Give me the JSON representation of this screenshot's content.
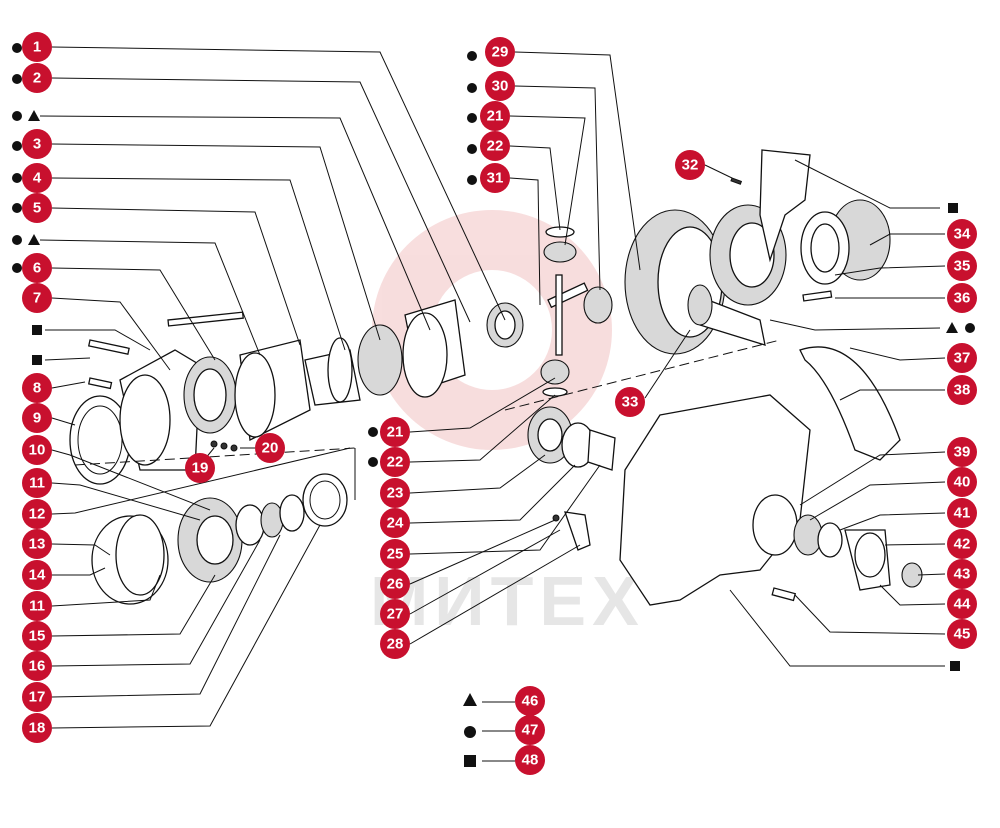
{
  "watermark": "МИТЕХ",
  "colors": {
    "callout": "#c8102e",
    "line": "#111111",
    "watermark": "#f2c9c9"
  },
  "callouts": {
    "c1": "1",
    "c2": "2",
    "c3": "3",
    "c4": "4",
    "c5": "5",
    "c6": "6",
    "c7": "7",
    "c8": "8",
    "c9": "9",
    "c10": "10",
    "c11a": "11",
    "c12": "12",
    "c13": "13",
    "c14": "14",
    "c11b": "11",
    "c15": "15",
    "c16": "16",
    "c17": "17",
    "c18": "18",
    "c19": "19",
    "c20": "20",
    "c29": "29",
    "c30": "30",
    "c21a": "21",
    "c22a": "22",
    "c31": "31",
    "c21b": "21",
    "c22b": "22",
    "c23": "23",
    "c24": "24",
    "c25": "25",
    "c26": "26",
    "c27": "27",
    "c28": "28",
    "c33": "33",
    "c32": "32",
    "c34": "34",
    "c35": "35",
    "c36": "36",
    "c37": "37",
    "c38": "38",
    "c39": "39",
    "c40": "40",
    "c41": "41",
    "c42": "42",
    "c43": "43",
    "c44": "44",
    "c45": "45",
    "c46": "46",
    "c47": "47",
    "c48": "48"
  },
  "legend": [
    {
      "symbol": "triangle",
      "number": "46"
    },
    {
      "symbol": "circle",
      "number": "47"
    },
    {
      "symbol": "square",
      "number": "48"
    }
  ]
}
